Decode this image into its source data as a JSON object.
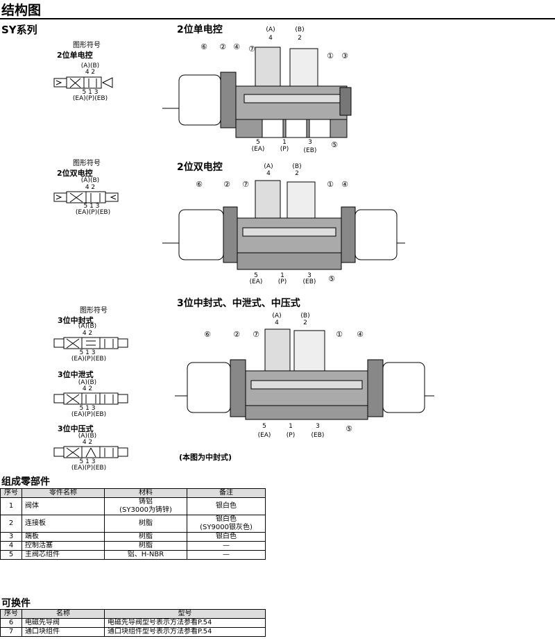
{
  "header": {
    "title": "结构图"
  },
  "series": "SY系列",
  "symbols": [
    {
      "caption": "图形符号",
      "title": "2位单电控",
      "top_label": "(A)(B)",
      "top_nums": "4  2",
      "bot_nums": "5  1  3",
      "bot_label": "(EA)(P)(EB)"
    },
    {
      "caption": "图形符号",
      "title": "2位双电控",
      "top_label": "(A)(B)",
      "top_nums": "4  2",
      "bot_nums": "5  1  3",
      "bot_label": "(EA)(P)(EB)"
    },
    {
      "caption": "图形符号",
      "title": "3位中封式",
      "top_label": "(A)(B)",
      "top_nums": "4  2",
      "bot_nums": "5  1  3",
      "bot_label": "(EA)(P)(EB)"
    },
    {
      "caption": "",
      "title": "3位中泄式",
      "top_label": "(A)(B)",
      "top_nums": "4  2",
      "bot_nums": "5  1  3",
      "bot_label": "(EA)(P)(EB)"
    },
    {
      "caption": "",
      "title": "3位中压式",
      "top_label": "(A)(B)",
      "top_nums": "4  2",
      "bot_nums": "5  1  3",
      "bot_label": "(EA)(P)(EB)"
    }
  ],
  "drawings": [
    {
      "title": "2位单电控"
    },
    {
      "title": "2位双电控"
    },
    {
      "title": "3位中封式、中泄式、中压式"
    }
  ],
  "ports": {
    "a": "(A)",
    "a_num": "4",
    "b": "(B)",
    "b_num": "2",
    "ea_num": "5",
    "ea": "(EA)",
    "p_num": "1",
    "p": "(P)",
    "eb_num": "3",
    "eb": "(EB)"
  },
  "circled": {
    "n1": "①",
    "n2": "②",
    "n3": "③",
    "n4": "④",
    "n5": "⑤",
    "n6": "⑥",
    "n7": "⑦"
  },
  "note": "(本图为中封式)",
  "parts_table": {
    "title": "组成零部件",
    "headers": [
      "序号",
      "零件名称",
      "材料",
      "备注"
    ],
    "rows": [
      [
        "1",
        "阀体",
        "铸铝\n(SY3000为铸锌)",
        "银白色"
      ],
      [
        "2",
        "连接板",
        "树脂",
        "银白色\n(SY9000银灰色)"
      ],
      [
        "3",
        "端板",
        "树脂",
        "银白色"
      ],
      [
        "4",
        "控制活塞",
        "树脂",
        "—"
      ],
      [
        "5",
        "主阀芯组件",
        "铝、H-NBR",
        "—"
      ]
    ]
  },
  "replace_table": {
    "title": "可换件",
    "headers": [
      "序号",
      "名称",
      "型号"
    ],
    "rows": [
      [
        "6",
        "电磁先导阀",
        "电磁先导阀型号表示方法参看P.54"
      ],
      [
        "7",
        "通口块组件",
        "通口块组件型号表示方法参看P.54"
      ]
    ]
  }
}
